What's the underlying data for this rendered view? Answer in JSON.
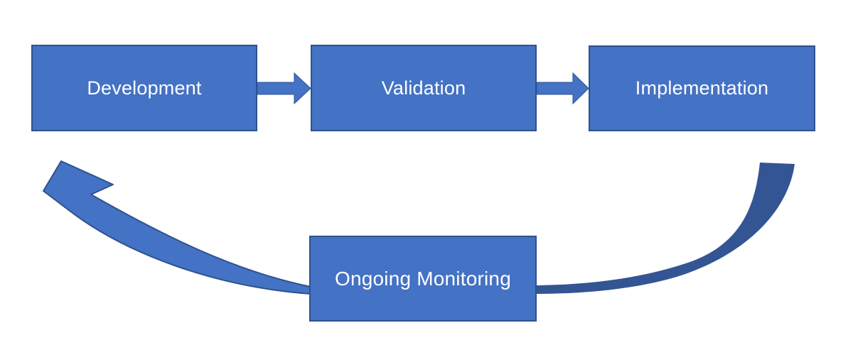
{
  "colors": {
    "background": "#ffffff",
    "box_fill": "#4472C4",
    "box_border": "#2F528F",
    "arrow_fill": "#4472C4",
    "arrow_border": "#2F528F",
    "return_curve_dark": "#335593",
    "text": "#ffffff"
  },
  "nodes": {
    "development": {
      "label": "Development"
    },
    "validation": {
      "label": "Validation"
    },
    "implementation": {
      "label": "Implementation"
    },
    "monitoring": {
      "label": "Ongoing Monitoring"
    }
  },
  "edges": [
    {
      "from": "Development",
      "to": "Validation",
      "type": "block-arrow-right"
    },
    {
      "from": "Validation",
      "to": "Implementation",
      "type": "block-arrow-right"
    },
    {
      "from": "Implementation",
      "to": "Development",
      "via": "Ongoing Monitoring",
      "type": "curved-return-arrow"
    }
  ]
}
